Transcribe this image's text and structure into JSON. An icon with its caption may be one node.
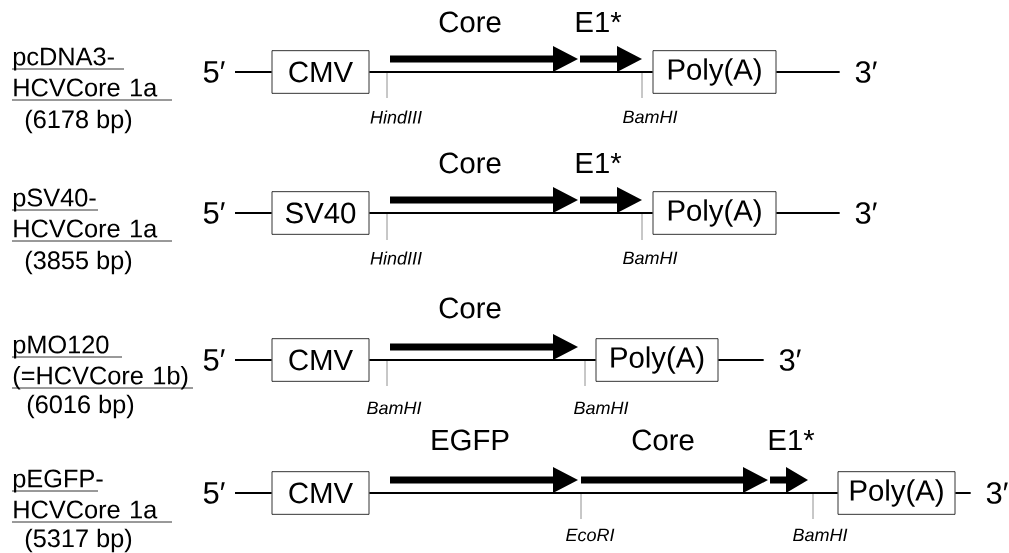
{
  "diagram": {
    "nodes": [
      {
        "text": [
          "5′"
        ]
      },
      {
        "text": [
          "CMV"
        ]
      },
      {
        "text": [
          "Poly(A)"
        ]
      },
      {
        "text": [
          "3′"
        ]
      },
      {
        "text": [
          "5′"
        ]
      },
      {
        "text": [
          "SV40"
        ]
      },
      {
        "text": [
          "Poly(A)"
        ]
      },
      {
        "text": [
          "3′"
        ]
      },
      {
        "text": [
          "5′"
        ]
      },
      {
        "text": [
          "CMV"
        ]
      },
      {
        "text": [
          "Poly(A)"
        ]
      },
      {
        "text": [
          "3′"
        ]
      },
      {
        "text": [
          "5′"
        ]
      },
      {
        "text": [
          "CMV"
        ]
      },
      {
        "text": [
          "Poly(A)"
        ]
      },
      {
        "text": [
          "3′"
        ]
      }
    ],
    "edges": [
      {
        "from": 0,
        "to": 1,
        "arrow": "none"
      },
      {
        "from": 1,
        "to": 2,
        "arrow": "none"
      },
      {
        "from": 2,
        "to": 3,
        "arrow": "none"
      },
      {
        "from": 4,
        "to": 5,
        "arrow": "none"
      },
      {
        "from": 5,
        "to": 6,
        "arrow": "none"
      },
      {
        "from": 6,
        "to": 7,
        "arrow": "none"
      },
      {
        "from": 8,
        "to": 9,
        "arrow": "none"
      },
      {
        "from": 9,
        "to": 10,
        "arrow": "none"
      },
      {
        "from": 10,
        "to": 11,
        "arrow": "none"
      },
      {
        "from": 12,
        "to": 13,
        "arrow": "none"
      },
      {
        "from": 13,
        "to": 14,
        "arrow": "none"
      },
      {
        "from": 14,
        "to": 15,
        "arrow": "none"
      }
    ],
    "labels": [
      "pcDNA3- HCVCore 1a",
      "(6178 bp)",
      "Core",
      "E1*",
      "HindIII",
      "BamHI",
      "pSV40- HCVCore 1a",
      "(3855 bp)",
      "Core",
      "E1*",
      "HindIII",
      "BamHI",
      "pMO120 (=HCVCore 1b)",
      "(6016 bp)",
      "Core",
      "BamHI",
      "BamHI",
      "pEGFP- HCVCore 1a",
      "(5317 bp)",
      "EGFP",
      "Core",
      "E1*",
      "EcoRI",
      "BamHI"
    ]
  }
}
